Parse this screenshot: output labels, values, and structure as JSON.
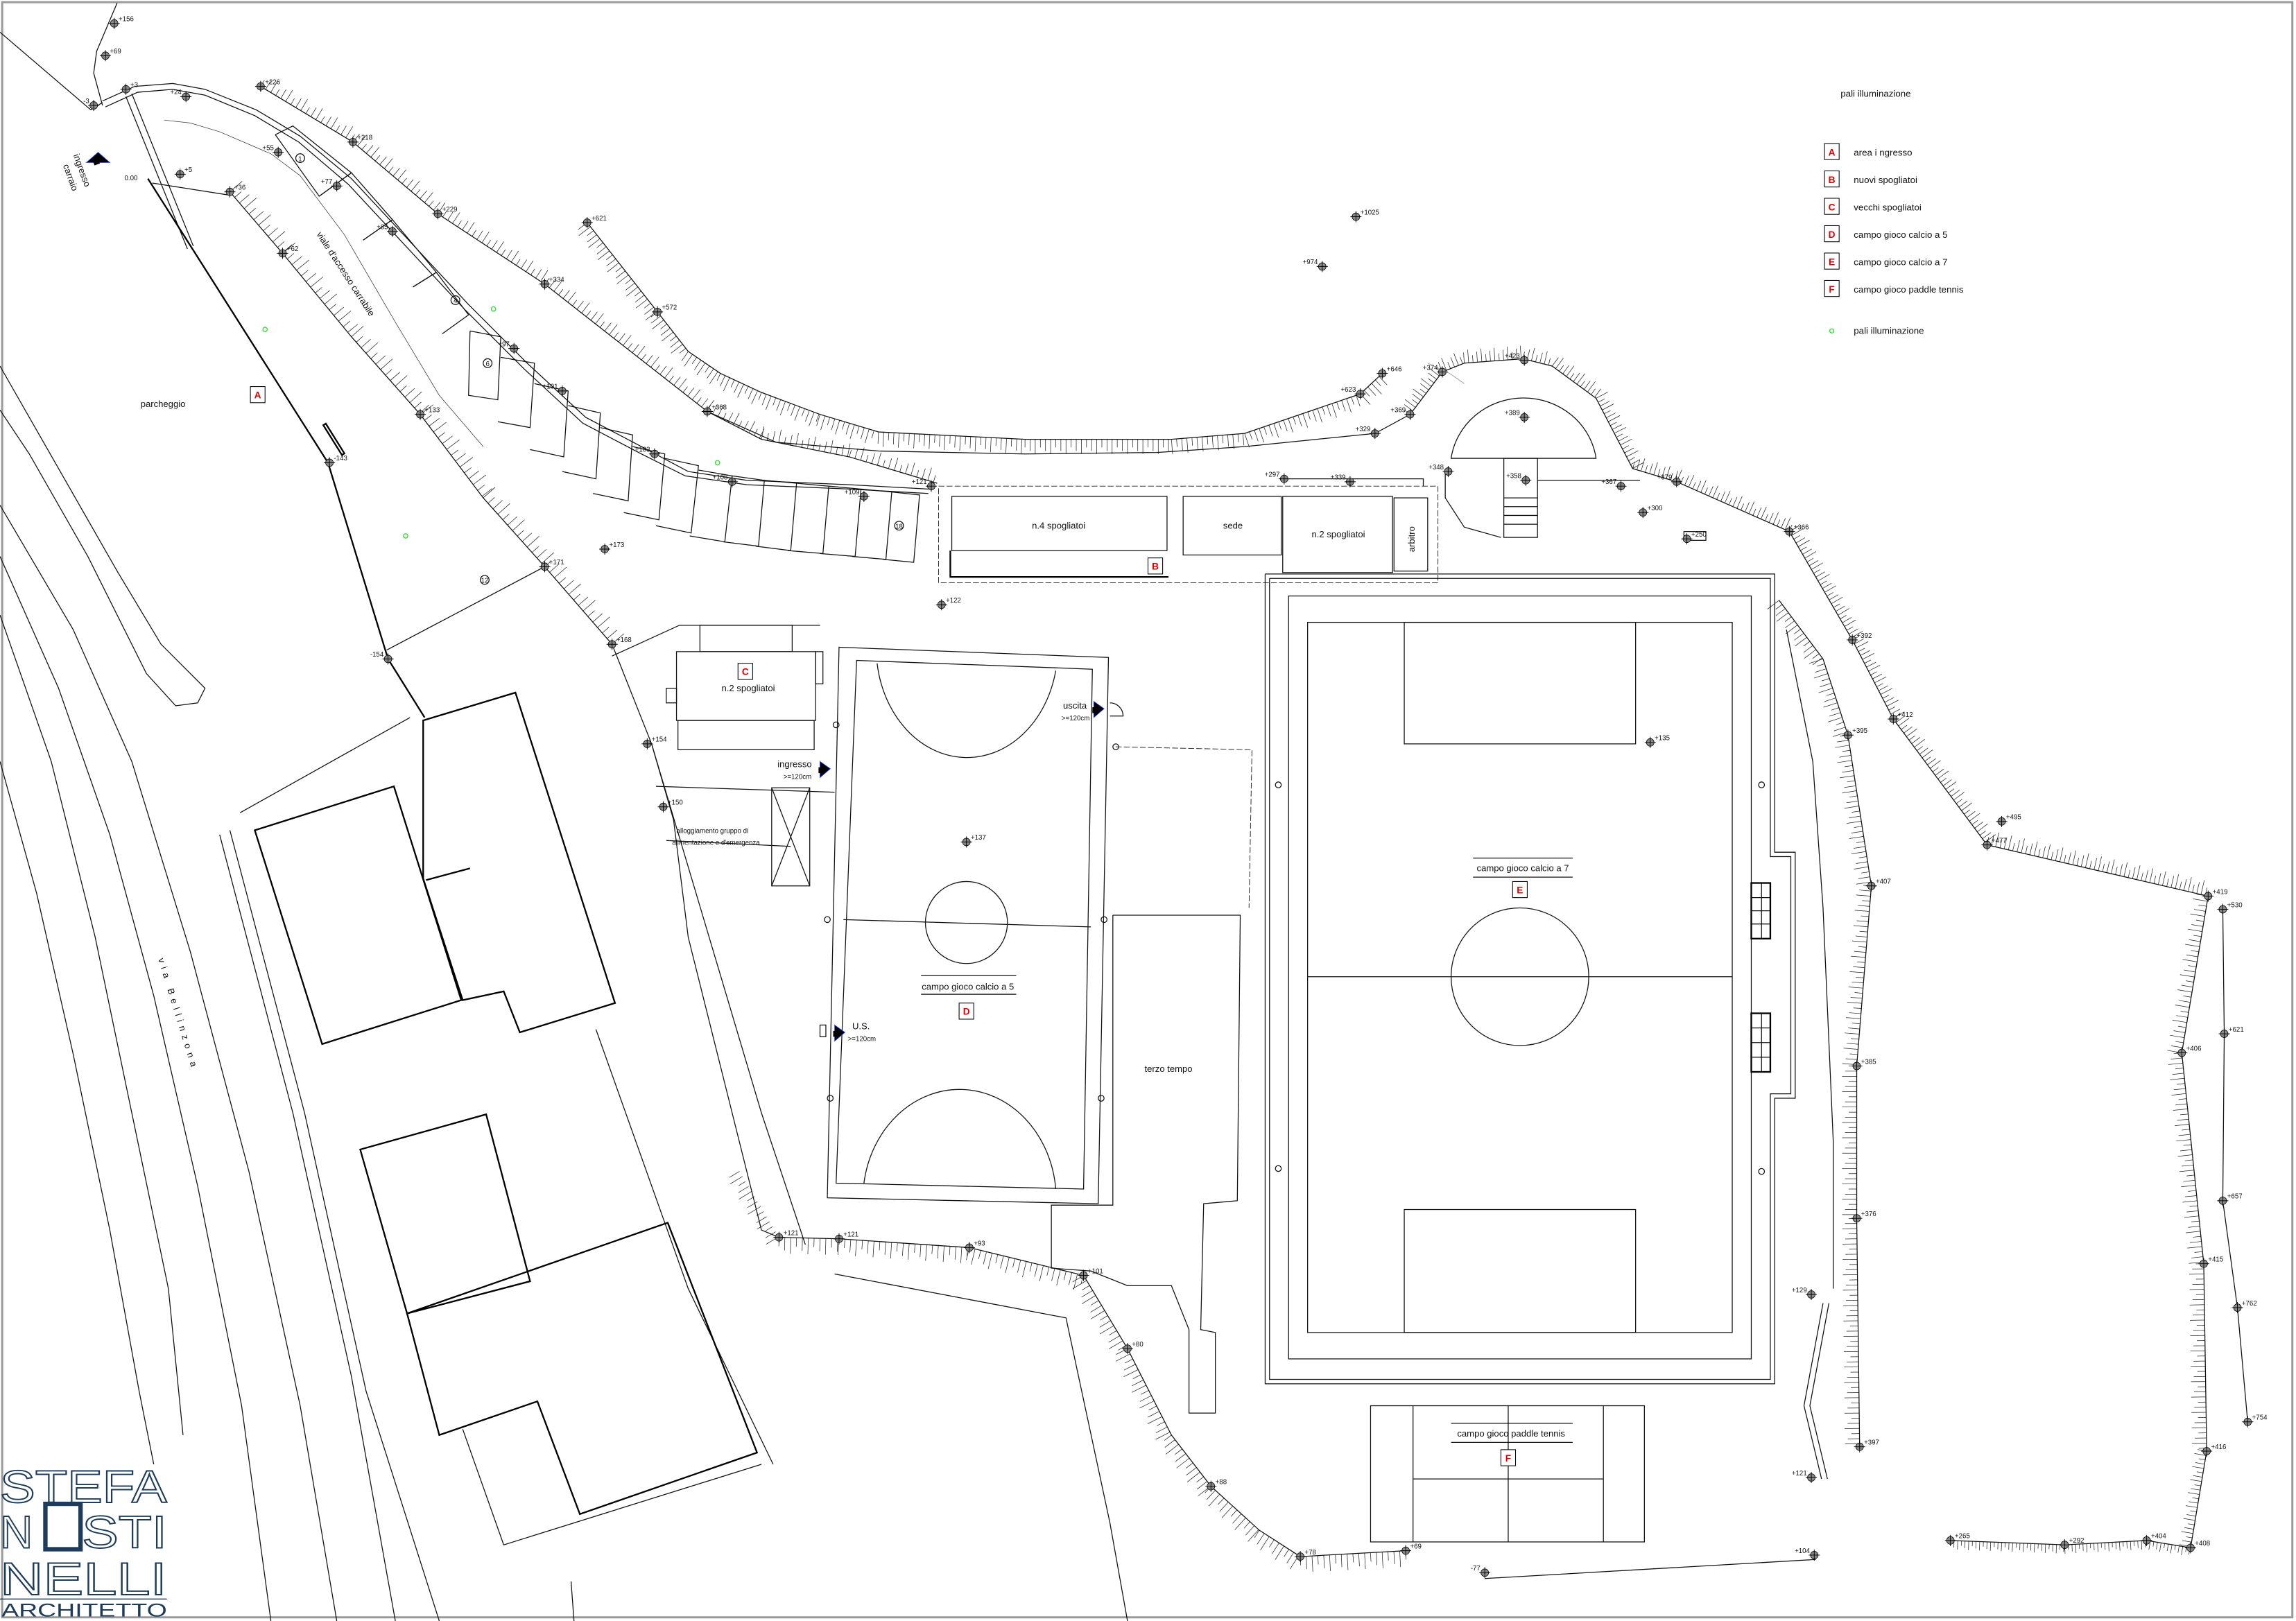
{
  "legend": {
    "title": "pali illuminazione",
    "items": [
      {
        "tag": "A",
        "label": "area i ngresso"
      },
      {
        "tag": "B",
        "label": "nuovi spogliatoi"
      },
      {
        "tag": "C",
        "label": "vecchi spogliatoi"
      },
      {
        "tag": "D",
        "label": "campo gioco calcio a 5"
      },
      {
        "tag": "E",
        "label": "campo gioco calcio a 7"
      },
      {
        "tag": "F",
        "label": "campo gioco paddle tennis"
      }
    ],
    "poles_label": "pali illuminazione"
  },
  "colors": {
    "tag": "#e00000",
    "pole": "#22dd22",
    "logo": "#1d3c5c",
    "access_arrow": "#1a3cff"
  },
  "labels": {
    "parcheggio": "parcheggio",
    "tag_a": "A",
    "viale": "viale d'accesso carrabile",
    "ingresso_carraio_1": "ingresso",
    "ingresso_carraio_2": "carraio",
    "via": "via Bellinzona",
    "b_spogliatoi4": "n.4 spogliatoi",
    "b_sede": "sede",
    "b_spogliatoi2": "n.2 spogliatoi",
    "b_arbitro": "arbitro",
    "tag_b": "B",
    "c_spogliatoi": "n.2 spogliatoi",
    "tag_c": "C",
    "ingresso": "ingresso",
    "ingresso_width": ">=120cm",
    "uscita": "uscita",
    "uscita_width": ">=120cm",
    "us": "U.S.",
    "us_width": ">=120cm",
    "alloggiamento_1": "alloggiamento gruppo di",
    "alloggiamento_2": "alimentazione e d'emergenza",
    "field_d": "campo gioco calcio a 5",
    "tag_d": "D",
    "terzo_tempo": "terzo tempo",
    "field_e": "campo gioco calcio a 7",
    "tag_e": "E",
    "field_f": "campo gioco paddle tennis",
    "tag_f": "F",
    "origin": "0.00"
  },
  "parking_numbers": [
    "1",
    "4",
    "6",
    "12",
    "18"
  ],
  "spot_heights": [
    "+156",
    "+69",
    "+3",
    "-3",
    "+24",
    "+226",
    "+218",
    "+5",
    "+36",
    "+55",
    "+77",
    "+229",
    "+85",
    "+62",
    "+621",
    "+334",
    "+572",
    "+1025",
    "+974",
    "+97",
    "+101",
    "+368",
    "+133",
    "-143",
    "+103",
    "+108",
    "+109",
    "+121",
    "+173",
    "+171",
    "+168",
    "-154",
    "+122",
    "+154",
    "+150",
    "+137",
    "+646",
    "+623",
    "+369",
    "+329",
    "+374",
    "+423",
    "+389",
    "+297",
    "+339",
    "+348",
    "+358",
    "+367",
    "+379",
    "+300",
    "+250",
    "+366",
    "+392",
    "+412",
    "+395",
    "+495",
    "+477",
    "+407",
    "+419",
    "+530",
    "+406",
    "+621",
    "+385",
    "+657",
    "+376",
    "+415",
    "+762",
    "+129",
    "+754",
    "+397",
    "+416",
    "+121",
    "+104",
    "+265",
    "+292",
    "+404",
    "+408",
    "-77",
    "+69",
    "+78",
    "+88",
    "+80",
    "+101",
    "+93",
    "+121",
    "+121",
    "+135"
  ],
  "logo": {
    "line1": "STEFA",
    "line2a": "N",
    "line2b": "STI",
    "line3": "NELLI",
    "line4": "ARCHITETTO"
  }
}
